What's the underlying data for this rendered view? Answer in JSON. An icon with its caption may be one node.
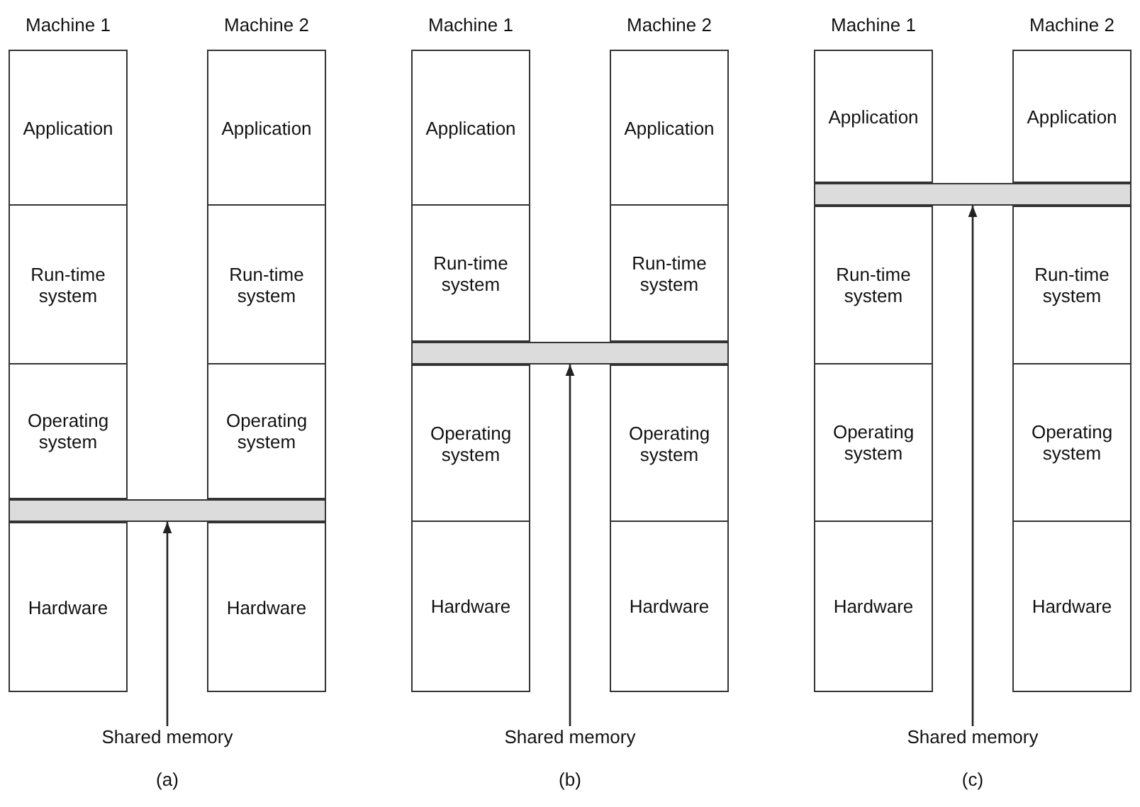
{
  "diagram": {
    "nodes": [
      {
        "text": [
          "Machine 1"
        ]
      },
      {
        "text": [
          "Application"
        ],
        "in": 0
      },
      {
        "text": [
          "Run-time system"
        ],
        "in": 0
      },
      {
        "text": [
          "Operating system"
        ],
        "in": 0
      },
      {
        "text": [
          "Hardware"
        ],
        "in": 0
      },
      {
        "text": [
          "Machine 2"
        ]
      },
      {
        "text": [
          "Application"
        ],
        "in": 5
      },
      {
        "text": [
          "Run-time system"
        ],
        "in": 5
      },
      {
        "text": [
          "Operating system"
        ],
        "in": 5
      },
      {
        "text": [
          "Hardware"
        ],
        "in": 5
      },
      {
        "text": [],
        "shape": "bar"
      },
      {
        "text": [
          "Shared memory"
        ]
      },
      {
        "text": [
          "Machine 1"
        ]
      },
      {
        "text": [
          "Application"
        ],
        "in": 12
      },
      {
        "text": [
          "Run-time system"
        ],
        "in": 12
      },
      {
        "text": [
          "Operating system"
        ],
        "in": 12
      },
      {
        "text": [
          "Hardware"
        ],
        "in": 12
      },
      {
        "text": [
          "Machine 2"
        ]
      },
      {
        "text": [
          "Application"
        ],
        "in": 17
      },
      {
        "text": [
          "Run-time system"
        ],
        "in": 17
      },
      {
        "text": [
          "Operating system"
        ],
        "in": 17
      },
      {
        "text": [
          "Hardware"
        ],
        "in": 17
      },
      {
        "text": [],
        "shape": "bar"
      },
      {
        "text": [
          "Shared memory"
        ]
      },
      {
        "text": [
          "Machine 1"
        ]
      },
      {
        "text": [
          "Application"
        ],
        "in": 24
      },
      {
        "text": [
          "Run-time system"
        ],
        "in": 24
      },
      {
        "text": [
          "Operating system"
        ],
        "in": 24
      },
      {
        "text": [
          "Hardware"
        ],
        "in": 24
      },
      {
        "text": [
          "Machine 2"
        ]
      },
      {
        "text": [
          "Application"
        ],
        "in": 29
      },
      {
        "text": [
          "Run-time system"
        ],
        "in": 29
      },
      {
        "text": [
          "Operating system"
        ],
        "in": 29
      },
      {
        "text": [
          "Hardware"
        ],
        "in": 29
      },
      {
        "text": [],
        "shape": "bar"
      },
      {
        "text": [
          "Shared memory"
        ]
      }
    ],
    "edges": [
      {
        "from": 11,
        "to": 10,
        "arrow": "to"
      },
      {
        "from": 23,
        "to": 22,
        "arrow": "to"
      },
      {
        "from": 35,
        "to": 34,
        "arrow": "to"
      }
    ],
    "labels": [
      "(a)",
      "(b)",
      "(c)"
    ]
  }
}
